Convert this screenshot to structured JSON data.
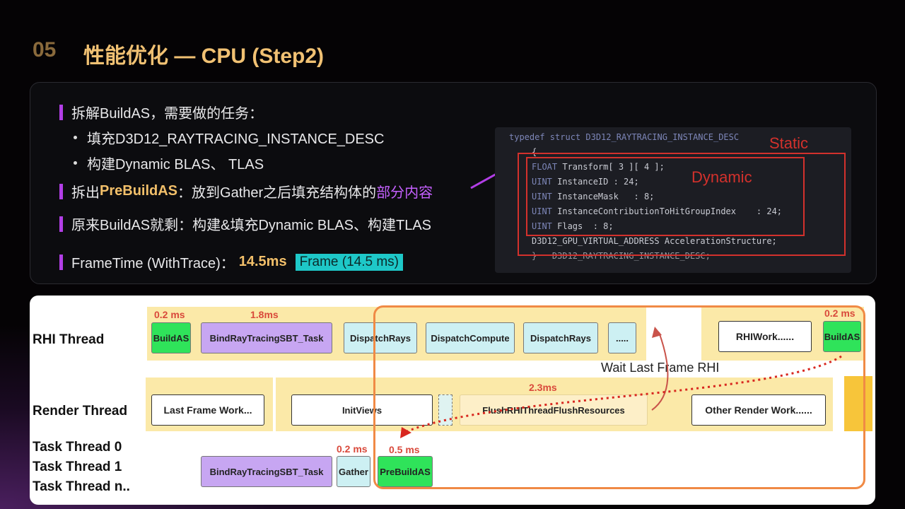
{
  "slide": {
    "number": "05",
    "title": "性能优化 — CPU (Step2)"
  },
  "bullets": {
    "b1": "拆解BuildAS，需要做的任务：",
    "sub1": "填充D3D12_RAYTRACING_INSTANCE_DESC",
    "sub2": "构建Dynamic BLAS、 TLAS",
    "b2_pre": "拆出",
    "b2_hl": "PreBuildAS",
    "b2_mid": "：放到Gather之后填充结构体的",
    "b2_end": "部分内容",
    "b3": "原来BuildAS就剩：构建&填充Dynamic BLAS、构建TLAS",
    "b4_label": "FrameTime (WithTrace)：",
    "b4_value": "14.5ms",
    "b4_badge": "Frame (14.5 ms)"
  },
  "code": {
    "l1": "typedef struct D3D12_RAYTRACING_INSTANCE_DESC",
    "l2": "{",
    "l3_kw": "FLOAT",
    "l3_rest": " Transform[ 3 ][ 4 ];",
    "l4_kw": "UINT",
    "l4_rest": " InstanceID : 24;",
    "l5_kw": "UINT",
    "l5_rest": " InstanceMask   : 8;",
    "l6_kw": "UINT",
    "l6_rest": " InstanceContributionToHitGroupIndex    : 24;",
    "l7_kw": "UINT",
    "l7_rest": " Flags  : 8;",
    "l8": "D3D12_GPU_VIRTUAL_ADDRESS AccelerationStructure;",
    "l9": "}   D3D12_RAYTRACING_INSTANCE_DESC;",
    "static_label": "Static",
    "dynamic_label": "Dynamic"
  },
  "diagram": {
    "rows": {
      "rhi": "RHI Thread",
      "render": "Render Thread",
      "task0": "Task Thread 0",
      "task1": "Task Thread 1",
      "taskn": "Task Thread n.."
    },
    "rhi_blocks": {
      "buildas1": "BuildAS",
      "bindsbt": "BindRayTracingSBT_Task",
      "dispatchrays1": "DispatchRays",
      "dispatchcompute": "DispatchCompute",
      "dispatchrays2": "DispatchRays",
      "dots": ".....",
      "rhiwork": "RHIWork......",
      "buildas2": "BuildAS"
    },
    "render_blocks": {
      "lastframe": "Last Frame Work...",
      "initviews": "InitViews",
      "flush": "FlushRHIThreadFlushResources",
      "other": "Other Render Work......"
    },
    "task_blocks": {
      "bindsbt": "BindRayTracingSBT_Task",
      "gather": "Gather",
      "prebuildas": "PreBuildAS"
    },
    "timings": {
      "t_buildas1": "0.2 ms",
      "t_bindsbt": "1.8ms",
      "t_buildas2": "0.2 ms",
      "t_flush": "2.3ms",
      "t_gather": "0.2 ms",
      "t_prebuild": "0.5 ms"
    },
    "note": "Wait Last Frame RHI"
  },
  "colors": {
    "title": "#f1c173",
    "accent_bar": "#b23ee6",
    "highlight_orange": "#f08a45",
    "green_block": "#2fe35a",
    "purple_block": "#c7a6f2",
    "timing_red": "#d9493b"
  }
}
